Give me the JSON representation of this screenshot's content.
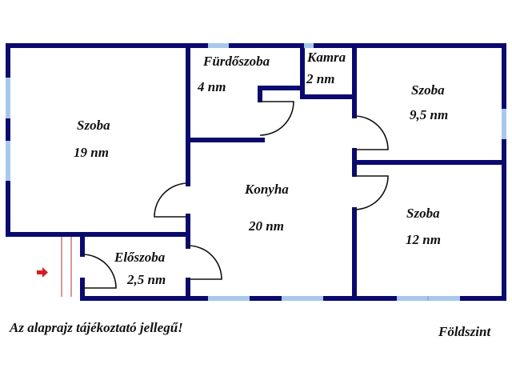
{
  "colors": {
    "wall": "#0a0a6e",
    "window": "#a8c8ea",
    "door_arc": "#111111",
    "entrance_lines": "#b03030",
    "entrance_arrow": "#d42020",
    "text": "#111111"
  },
  "rooms": [
    {
      "name": "Szoba",
      "area": "19 nm"
    },
    {
      "name": "Fürdőszoba",
      "area": "4 nm"
    },
    {
      "name": "Kamra",
      "area": "2 nm"
    },
    {
      "name": "Szoba",
      "area": "9,5 nm"
    },
    {
      "name": "Konyha",
      "area": "20 nm"
    },
    {
      "name": "Szoba",
      "area": "12 nm"
    },
    {
      "name": "Előszoba",
      "area": "2,5 nm"
    }
  ],
  "footer": {
    "disclaimer": "Az alaprajz tájékoztató jellegű!",
    "floor_level": "Földszint"
  },
  "icons": {
    "entrance": "entrance-arrow-icon"
  }
}
